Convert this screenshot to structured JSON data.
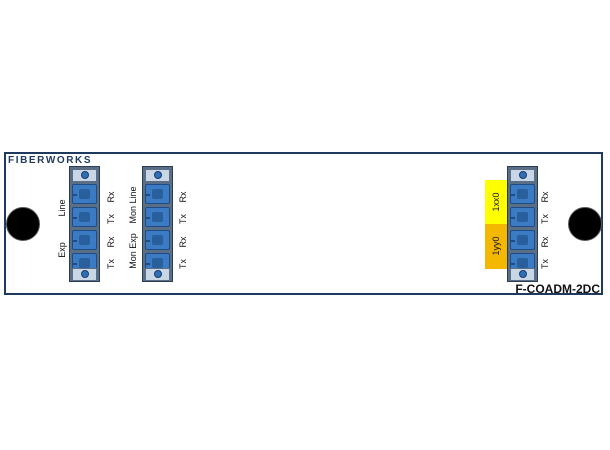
{
  "brand": "FIBERWORKS",
  "model": "F-COADM-2DC",
  "module1": {
    "group_line": "Line",
    "group_exp": "Exp",
    "ports": [
      "Rx",
      "Tx",
      "Rx",
      "Tx"
    ]
  },
  "module2": {
    "group_line": "Mon Line",
    "group_exp": "Mon Exp",
    "ports": [
      "Rx",
      "Tx",
      "Rx",
      "Tx"
    ]
  },
  "module3": {
    "tag1": "1xx0",
    "tag2": "1yy0",
    "ports": [
      "Rx",
      "Tx",
      "Rx",
      "Tx"
    ]
  },
  "colors": {
    "tag1": "#ffff00",
    "tag2": "#f5b800",
    "border": "#1f3a5f"
  }
}
